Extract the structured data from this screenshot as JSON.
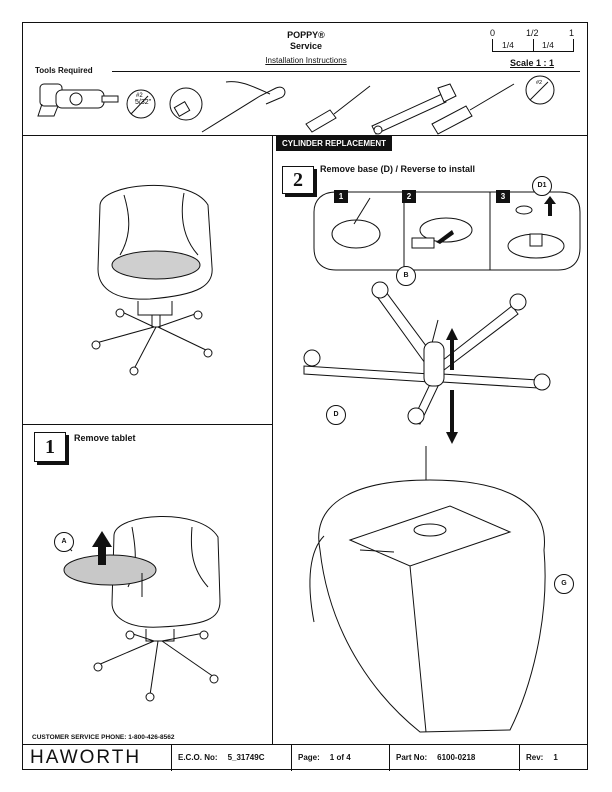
{
  "header": {
    "product": "POPPY®",
    "type": "Service",
    "subtitle": "Installation Instructions"
  },
  "scale": {
    "ticks": [
      "0",
      "1/2",
      "1"
    ],
    "sub_ticks": [
      "1/4",
      "1/4"
    ],
    "label": "Scale 1 : 1"
  },
  "tools": {
    "label": "Tools Required",
    "items": [
      {
        "icon": "power-drill-icon"
      },
      {
        "icon": "phillips-bit-icon",
        "label": "#2"
      },
      {
        "icon": "allen-bit-icon",
        "label": "5/32\""
      },
      {
        "icon": "allen-wrench-icon"
      },
      {
        "icon": "screwdriver-icon"
      },
      {
        "icon": "pipe-wrench-icon"
      },
      {
        "icon": "phillips-screwdriver-icon",
        "label": "#2"
      }
    ]
  },
  "section": {
    "banner": "CYLINDER REPLACEMENT"
  },
  "steps": [
    {
      "number": "1",
      "text": "Remove tablet"
    },
    {
      "number": "2",
      "text": "Remove base (D) / Reverse to install"
    }
  ],
  "substeps": [
    "1",
    "2",
    "3"
  ],
  "callouts": {
    "a": "A",
    "b": "B",
    "d": "D",
    "d1": "D1",
    "g": "G",
    "bit": "#2"
  },
  "footer": {
    "phone": "CUSTOMER SERVICE PHONE: 1-800-426-8562",
    "brand": "HAWORTH",
    "eco_label": "E.C.O. No:",
    "eco_value": "5_31749C",
    "page_label": "Page:",
    "page_value": "1 of 4",
    "part_label": "Part No:",
    "part_value": "6100-0218",
    "rev_label": "Rev:",
    "rev_value": "1"
  }
}
